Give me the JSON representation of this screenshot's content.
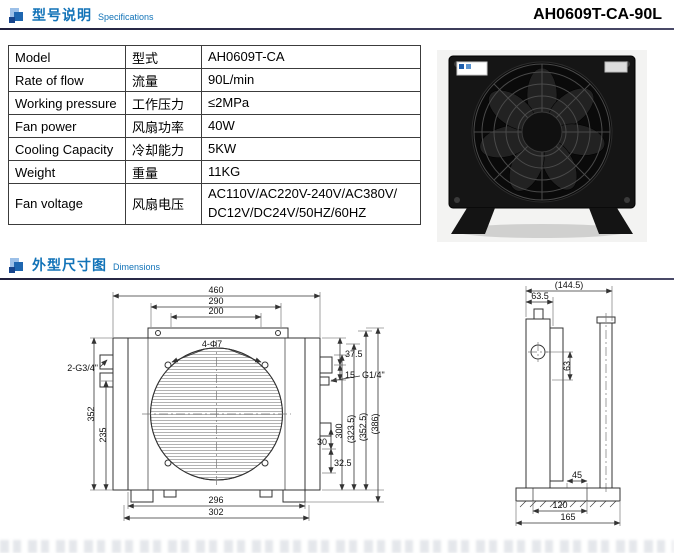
{
  "page": {
    "title_model": "AH0609T-CA-90L"
  },
  "sections": {
    "specs": {
      "title_cn": "型号说明",
      "title_en": "Specifications"
    },
    "dims": {
      "title_cn": "外型尺寸图",
      "title_en": "Dimensions"
    }
  },
  "colors": {
    "accent_blue": "#1273b8",
    "rule_dark": "#20203d",
    "drawing_stroke": "#333333"
  },
  "spec_table": {
    "rows": [
      {
        "en": "Model",
        "cn": "型式",
        "value": "AH0609T-CA"
      },
      {
        "en": "Rate of flow",
        "cn": "流量",
        "value": "90L/min"
      },
      {
        "en": "Working pressure",
        "cn": "工作压力",
        "value": "≤2MPa"
      },
      {
        "en": "Fan power",
        "cn": "风扇功率",
        "value": "40W"
      },
      {
        "en": "Cooling Capacity",
        "cn": "冷却能力",
        "value": "5KW"
      },
      {
        "en": "Weight",
        "cn": "重量",
        "value": "11KG"
      },
      {
        "en": "Fan voltage",
        "cn": "风扇电压",
        "value": "AC110V/AC220V-240V/AC380V/\nDC12V/DC24V/50HZ/60HZ"
      }
    ]
  },
  "drawing": {
    "front": {
      "d460": "460",
      "d290": "290",
      "d200": "200",
      "d352": "352",
      "d235": "235",
      "d300": "300",
      "d323_5": "(323.5)",
      "d352_5": "(352.5)",
      "d386": "(386)",
      "d37_5": "37.5",
      "d15": "15",
      "dg14": "G1/4\"",
      "d30": "30",
      "d32_5": "32.5",
      "d296": "296",
      "d302": "302",
      "port_note": "2-G3/4\"",
      "hole_note": "4-Φ7"
    },
    "side": {
      "d144_5": "(144.5)",
      "d63_5": "63.5",
      "d63": "63",
      "d45": "45",
      "d120": "120",
      "d165": "165"
    }
  }
}
